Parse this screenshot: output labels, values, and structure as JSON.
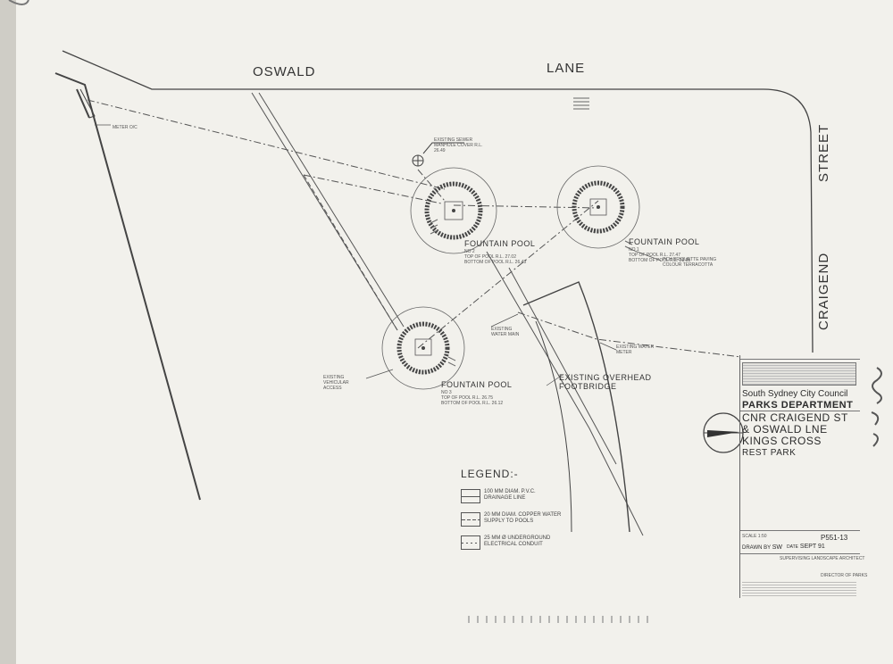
{
  "streets": {
    "oswald": "OSWALD",
    "lane": "LANE",
    "street": "STREET",
    "craigend": "CRAIGEND"
  },
  "annotations": {
    "meter": "METER O/C",
    "sewer": "EXISTING SEWER MANHOLE COVER R.L. 26.49",
    "water_main": "EXISTING WATER MAIN",
    "water_meter": "EXISTING WATER METER",
    "overhead": "EXISTING OVERHEAD",
    "footbridge": "FOOTBRIDGE",
    "vehicle": "EXISTING VEHICULAR ACCESS",
    "colour": "PCH BRIQUETTE PAVING COLOUR TERRACOTTA"
  },
  "pools": [
    {
      "title": "FOUNTAIN POOL",
      "no": "NO 2",
      "top": "TOP OF POOL R.L. 27.02",
      "bottom": "BOTTOM OF POOL R.L. 26.48"
    },
    {
      "title": "FOUNTAIN POOL",
      "no": "NO 1",
      "top": "TOP OF POOL R.L. 27.47",
      "bottom": "BOTTOM OF POOL R.L. 26.93"
    },
    {
      "title": "FOUNTAIN POOL",
      "no": "NO 3",
      "top": "TOP OF POOL R.L. 26.75",
      "bottom": "BOTTOM OF POOL R.L. 26.12"
    }
  ],
  "legend": {
    "title": "LEGEND:-",
    "items": [
      {
        "text": "100 MM DIAM. P.V.C. DRAINAGE LINE"
      },
      {
        "text": "20 MM DIAM. COPPER WATER SUPPLY TO POOLS"
      },
      {
        "text": "25 MM Ø UNDERGROUND ELECTRICAL CONDUIT"
      }
    ]
  },
  "title_block": {
    "council": "South Sydney City Council",
    "department": "PARKS DEPARTMENT",
    "project_line1": "CNR CRAIGEND ST",
    "project_line2": "& OSWALD LNE",
    "project_line3": "KINGS CROSS",
    "project_line4": "REST PARK",
    "scale": "SCALE 1:50",
    "sheet": "P551-13",
    "drawn_label": "DRAWN BY",
    "drawn_by": "SW",
    "date_label": "DATE",
    "date": "SEPT 91",
    "architect": "SUPERVISING LANDSCAPE ARCHITECT",
    "director": "DIRECTOR OF PARKS"
  }
}
